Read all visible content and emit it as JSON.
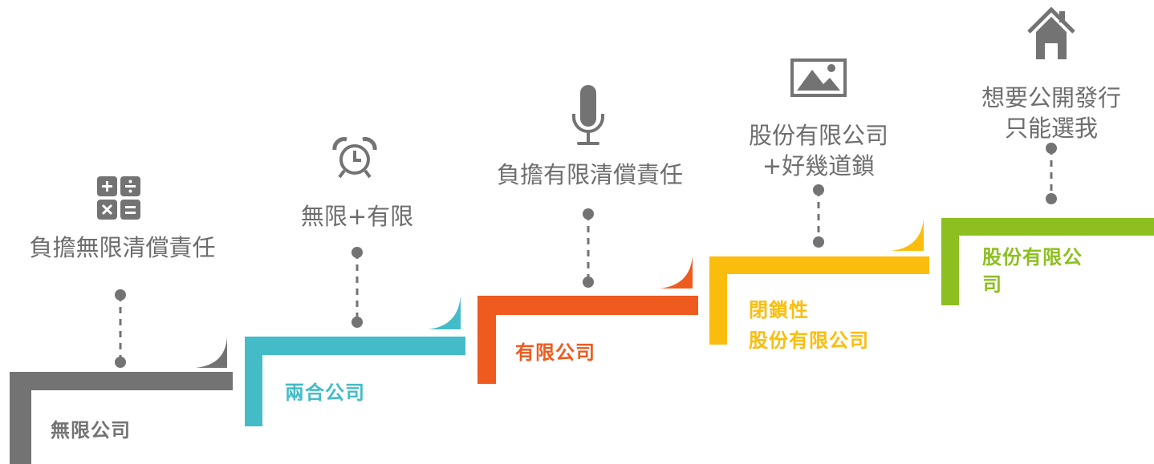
{
  "colors": {
    "step_1": "#737373",
    "step_2": "#43bcc8",
    "step_3": "#ef5a1f",
    "step_4": "#fbbd0d",
    "step_5": "#8cbf1f",
    "text_gray": "#6d6d6d",
    "connector_gray": "#737373"
  },
  "steps": [
    {
      "label": "無限公司",
      "description": "負擔無限清償責任",
      "icon": "calculator-icon"
    },
    {
      "label": "兩合公司",
      "description": "無限+有限",
      "icon": "alarm-clock-icon"
    },
    {
      "label": "有限公司",
      "description": "負擔有限清償責任",
      "icon": "microphone-icon"
    },
    {
      "label": "閉鎖性\n股份有限公司",
      "description": "股份有限公司\n+好幾道鎖",
      "icon": "image-icon"
    },
    {
      "label": "股份有限公\n司",
      "description": "想要公開發行\n只能選我",
      "icon": "home-icon"
    }
  ]
}
